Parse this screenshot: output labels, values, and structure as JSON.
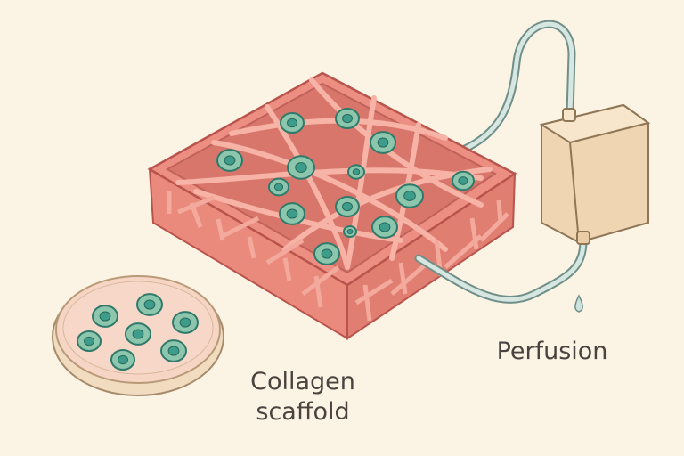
{
  "labels": {
    "scaffold_line1": "Collagen",
    "scaffold_line2": "scaffold",
    "perfusion": "Perfusion"
  },
  "colors": {
    "background": "#fbf4e4",
    "scaffold": "#ec8f82",
    "scaffold_dark": "#b9544d",
    "cell": "#8cc6ad",
    "cell_nucleus": "#3d9c8a",
    "tube": "#c9dbd6",
    "reservoir": "#f3dcbc",
    "dish_medium": "#f6d5c4"
  }
}
